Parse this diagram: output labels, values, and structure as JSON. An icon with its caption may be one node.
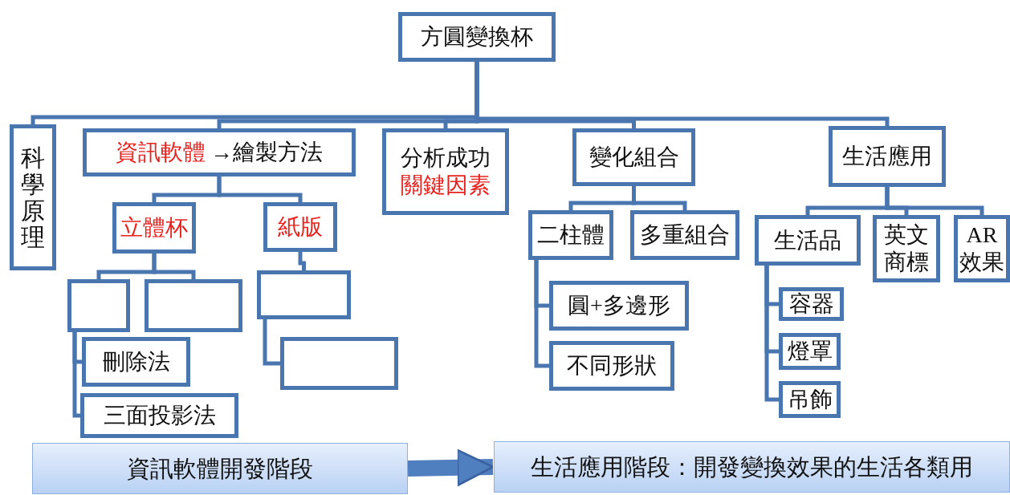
{
  "diagram": {
    "nodes": [
      {
        "text": [
          "方圓變換杯"
        ]
      },
      {
        "text": [
          "科學原理"
        ]
      },
      {
        "text": [
          "資訊軟體",
          "→繪製方法"
        ]
      },
      {
        "text": [
          "分析成功",
          "關鍵因素"
        ]
      },
      {
        "text": [
          "變化組合"
        ]
      },
      {
        "text": [
          "生活應用"
        ]
      },
      {
        "text": [
          "立體杯"
        ]
      },
      {
        "text": [
          "紙版"
        ]
      },
      {
        "text": [],
        "shape": "box"
      },
      {
        "text": [],
        "shape": "box"
      },
      {
        "text": [],
        "shape": "box"
      },
      {
        "text": [
          "刪除法"
        ]
      },
      {
        "text": [
          "三面投影法"
        ]
      },
      {
        "text": [],
        "shape": "box"
      },
      {
        "text": [
          "二柱體"
        ]
      },
      {
        "text": [
          "多重組合"
        ]
      },
      {
        "text": [
          "圓+多邊形"
        ]
      },
      {
        "text": [
          "不同形狀"
        ]
      },
      {
        "text": [
          "生活品"
        ]
      },
      {
        "text": [
          "英文商標"
        ]
      },
      {
        "text": [
          "AR 效果"
        ]
      },
      {
        "text": [
          "容器"
        ]
      },
      {
        "text": [
          "燈罩"
        ]
      },
      {
        "text": [
          "吊飾"
        ]
      },
      {
        "text": [
          "資訊軟體開發階段"
        ]
      },
      {
        "text": [
          "生活應用階段：開發變換效果的生活各類用"
        ]
      }
    ],
    "edges": [
      {
        "from": 0,
        "to": 1,
        "arrow": "none"
      },
      {
        "from": 0,
        "to": 2,
        "arrow": "none"
      },
      {
        "from": 0,
        "to": 3,
        "arrow": "none"
      },
      {
        "from": 0,
        "to": 4,
        "arrow": "none"
      },
      {
        "from": 0,
        "to": 5,
        "arrow": "none"
      },
      {
        "from": 2,
        "to": 6,
        "arrow": "none"
      },
      {
        "from": 2,
        "to": 7,
        "arrow": "none"
      },
      {
        "from": 6,
        "to": 8,
        "arrow": "none"
      },
      {
        "from": 6,
        "to": 9,
        "arrow": "none"
      },
      {
        "from": 7,
        "to": 10,
        "arrow": "none"
      },
      {
        "from": 8,
        "to": 11,
        "arrow": "none"
      },
      {
        "from": 8,
        "to": 12,
        "arrow": "none"
      },
      {
        "from": 10,
        "to": 13,
        "arrow": "none"
      },
      {
        "from": 4,
        "to": 14,
        "arrow": "none"
      },
      {
        "from": 4,
        "to": 15,
        "arrow": "none"
      },
      {
        "from": 14,
        "to": 16,
        "arrow": "none"
      },
      {
        "from": 14,
        "to": 17,
        "arrow": "none"
      },
      {
        "from": 5,
        "to": 18,
        "arrow": "none"
      },
      {
        "from": 5,
        "to": 19,
        "arrow": "none"
      },
      {
        "from": 5,
        "to": 20,
        "arrow": "none"
      },
      {
        "from": 18,
        "to": 21,
        "arrow": "none"
      },
      {
        "from": 18,
        "to": 22,
        "arrow": "none"
      },
      {
        "from": 18,
        "to": 23,
        "arrow": "none"
      },
      {
        "from": 24,
        "to": 25,
        "arrow": "to",
        "style": "thick"
      }
    ]
  }
}
